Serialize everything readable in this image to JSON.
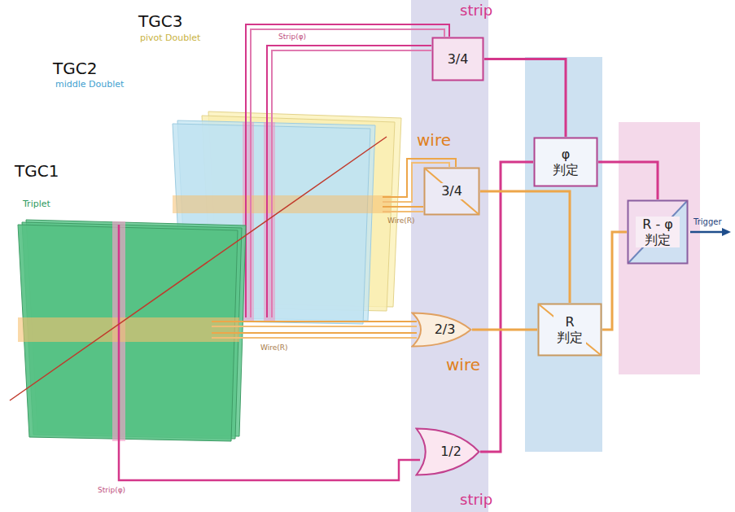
{
  "diagram": {
    "nodes": [
      {
        "text": [
          "3/4"
        ]
      },
      {
        "text": [
          "φ 判定"
        ]
      },
      {
        "text": [
          "3/4"
        ]
      },
      {
        "text": [
          "R - φ 判定"
        ]
      },
      {
        "text": [
          "2/3"
        ]
      },
      {
        "text": [
          "R 判定"
        ]
      },
      {
        "text": [
          "1/2"
        ]
      }
    ],
    "edges": [
      {
        "from": 0,
        "to": 1,
        "arrow": "none"
      },
      {
        "from": 6,
        "to": 1,
        "arrow": "none"
      },
      {
        "from": 2,
        "to": 5,
        "arrow": "none"
      },
      {
        "from": 4,
        "to": 5,
        "arrow": "none"
      },
      {
        "from": 1,
        "to": 3,
        "arrow": "none"
      },
      {
        "from": 5,
        "to": 3,
        "arrow": "none"
      }
    ],
    "labels": [
      "strip",
      "TGC3",
      "Strip(φ)",
      "pivot Doublet",
      "TGC2",
      "middle Doublet",
      "wire",
      "TGC1",
      "Triplet",
      "Wire(R)",
      "Trigger",
      "Wire(R)",
      "wire",
      "Strip(φ)",
      "strip"
    ]
  }
}
